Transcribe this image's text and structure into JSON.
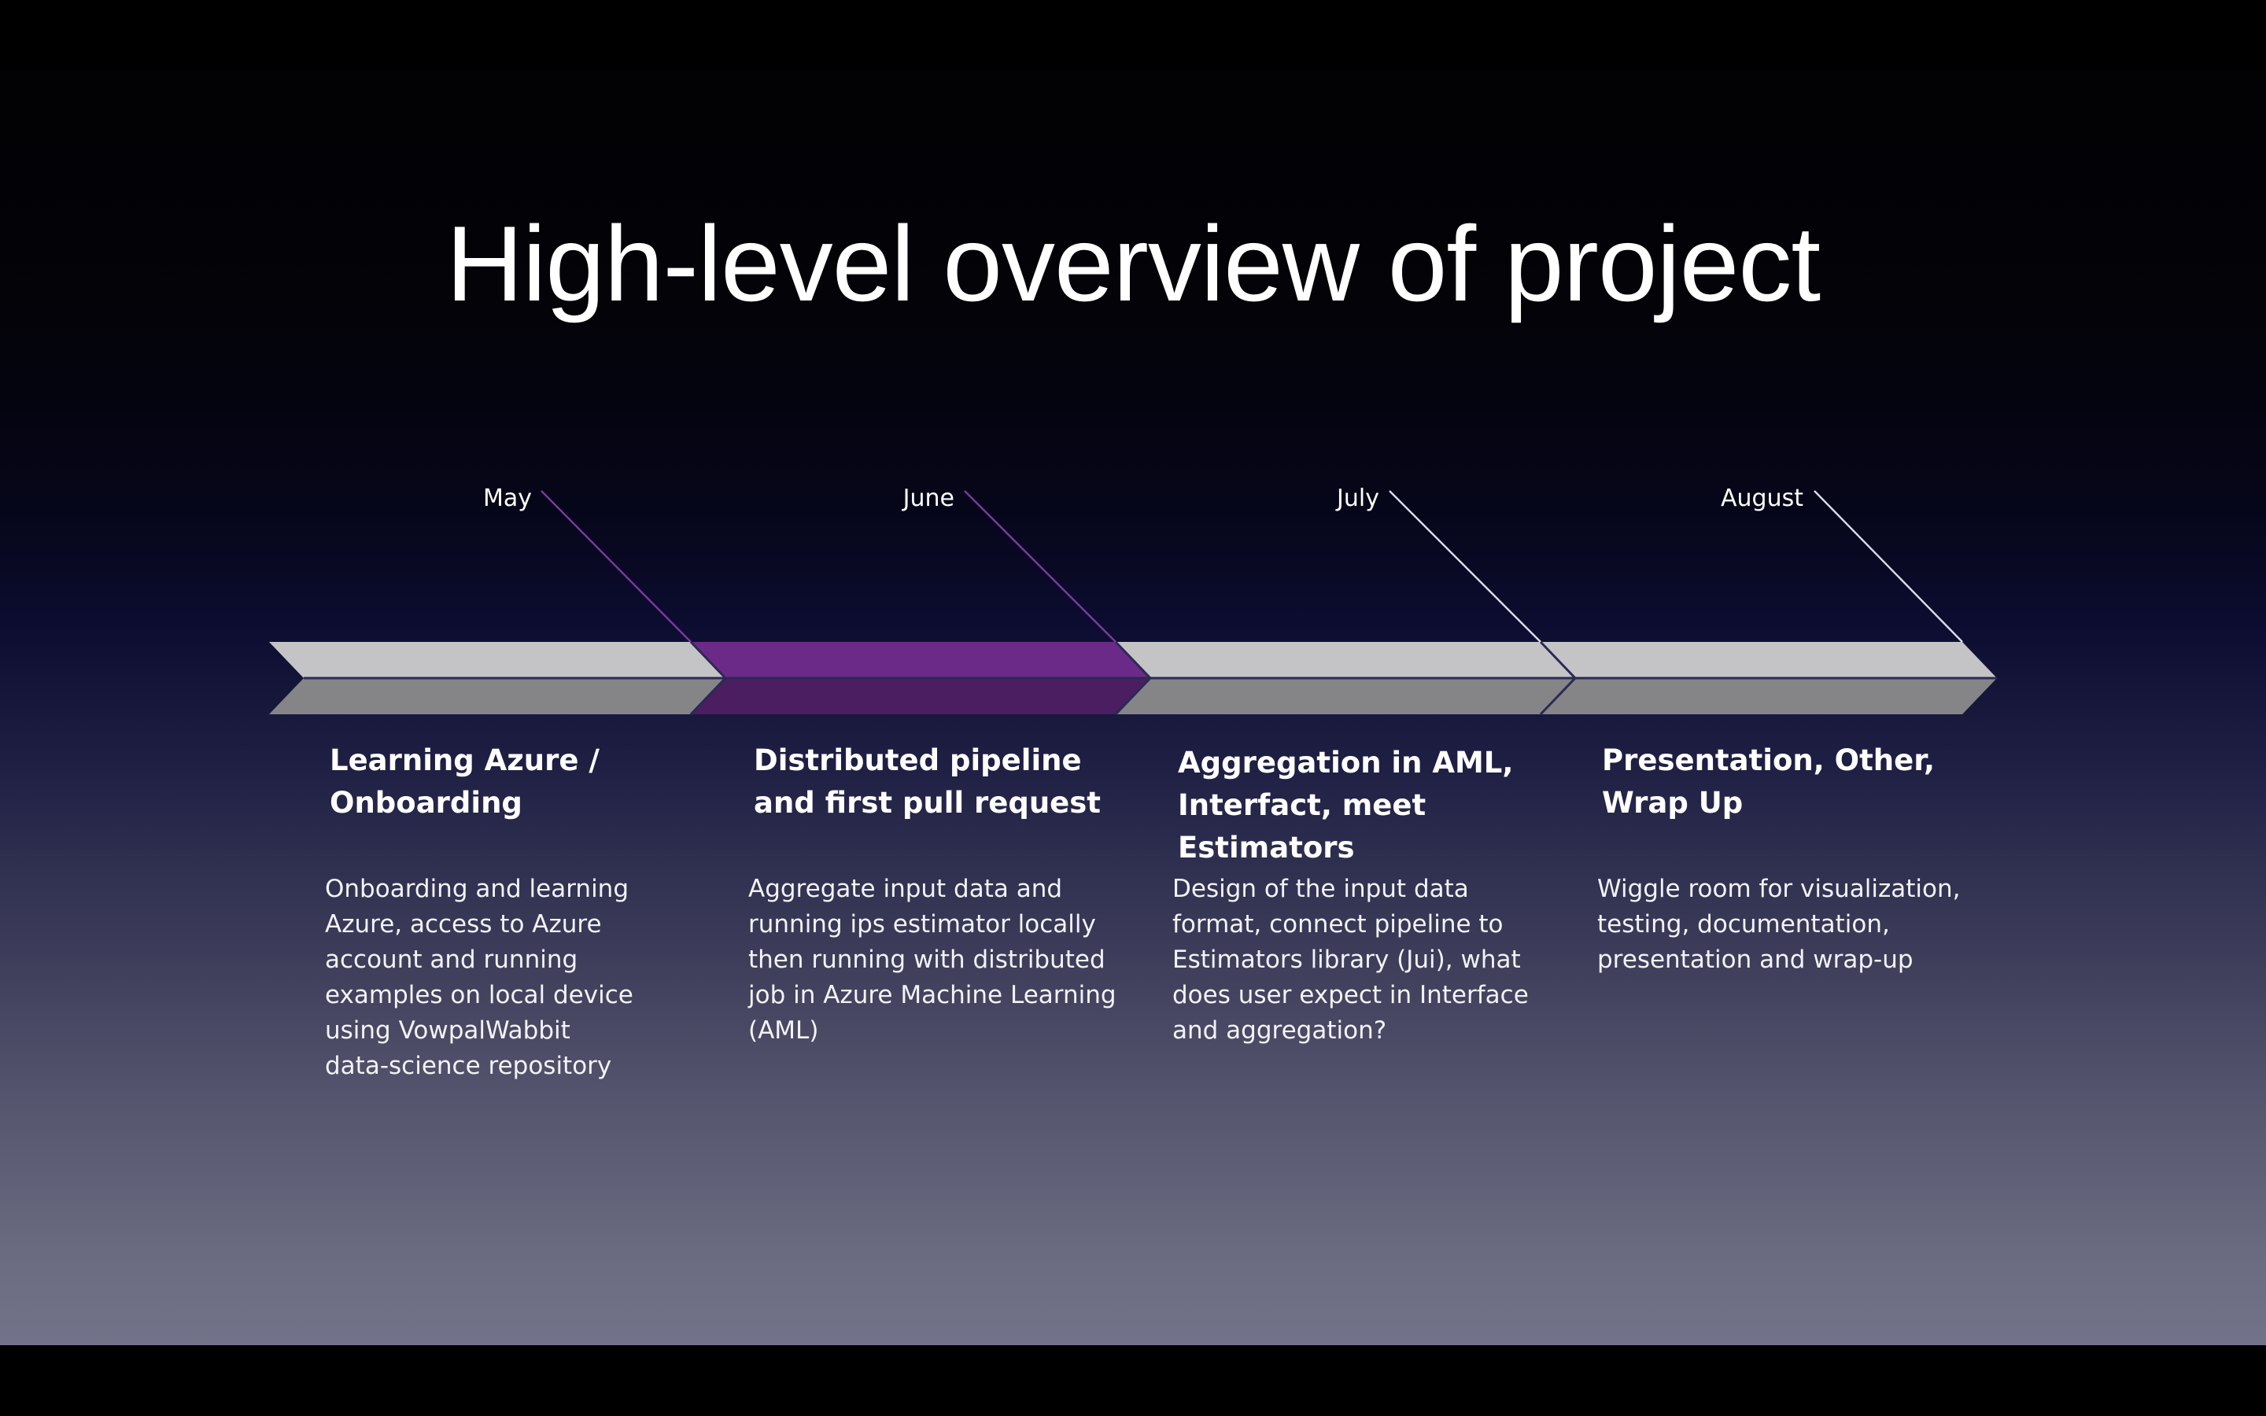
{
  "slide": {
    "title": "High-level overview of project"
  },
  "timeline": {
    "colors": {
      "default_top": "#c4c4c6",
      "default_bottom": "#858587",
      "active_top": "#6b2a88",
      "active_bottom": "#4b1d61",
      "separator": "#2a2a55",
      "leader_active": "#7a3ba0",
      "leader_default": "#dcdcec"
    },
    "phases": [
      {
        "month": "May",
        "heading": "Learning Azure /\nOnboarding",
        "description": "Onboarding and learning\nAzure, access to Azure\naccount and running\nexamples on local device\nusing VowpalWabbit\ndata-science repository",
        "highlighted": false
      },
      {
        "month": "June",
        "heading": "Distributed pipeline\nand first pull request",
        "description": "Aggregate input data and\nrunning ips estimator locally\nthen running with distributed\njob in Azure Machine Learning\n(AML)",
        "highlighted": true
      },
      {
        "month": "July",
        "heading": "Aggregation in AML,\nInterfact, meet Estimators",
        "description": "Design of the input data\nformat, connect pipeline to\nEstimators library (Jui), what\ndoes user expect in Interface\nand aggregation?",
        "highlighted": false
      },
      {
        "month": "August",
        "heading": "Presentation, Other,\nWrap Up",
        "description": "Wiggle room for visualization,\ntesting, documentation,\npresentation and wrap-up",
        "highlighted": false
      }
    ]
  }
}
